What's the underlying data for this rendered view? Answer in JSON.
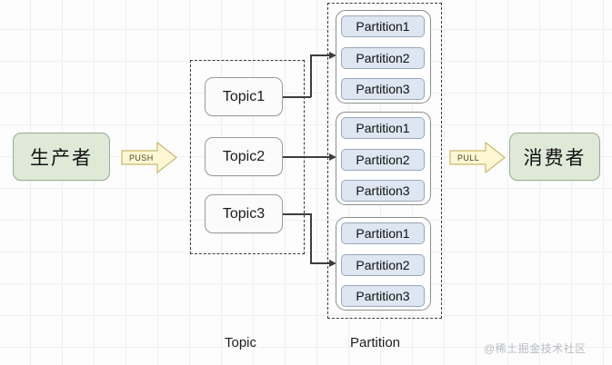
{
  "diagram": {
    "producer": {
      "label": "生产者"
    },
    "consumer": {
      "label": "消费者"
    },
    "push_arrow": {
      "label": "PUSH"
    },
    "pull_arrow": {
      "label": "PULL"
    },
    "topics": [
      {
        "label": "Topic1"
      },
      {
        "label": "Topic2"
      },
      {
        "label": "Topic3"
      }
    ],
    "partition_groups": [
      {
        "items": [
          {
            "label": "Partition1"
          },
          {
            "label": "Partition2"
          },
          {
            "label": "Partition3"
          }
        ]
      },
      {
        "items": [
          {
            "label": "Partition1"
          },
          {
            "label": "Partition2"
          },
          {
            "label": "Partition3"
          }
        ]
      },
      {
        "items": [
          {
            "label": "Partition1"
          },
          {
            "label": "Partition2"
          },
          {
            "label": "Partition3"
          }
        ]
      }
    ],
    "captions": {
      "topic": "Topic",
      "partition": "Partition"
    },
    "watermark": "@稀土掘金技术社区",
    "colors": {
      "endpoint_fill": "#dfe9d8",
      "endpoint_border": "#9aab93",
      "topic_fill": "#fbfbfb",
      "topic_border": "#9b9b9b",
      "partition_fill": "#dde6f1",
      "partition_border": "#9aa8bb",
      "arrow_fill": "#fdf7d4",
      "arrow_border": "#c9b96a",
      "connector": "#3d3d3d",
      "grid": "#edeff1"
    }
  }
}
